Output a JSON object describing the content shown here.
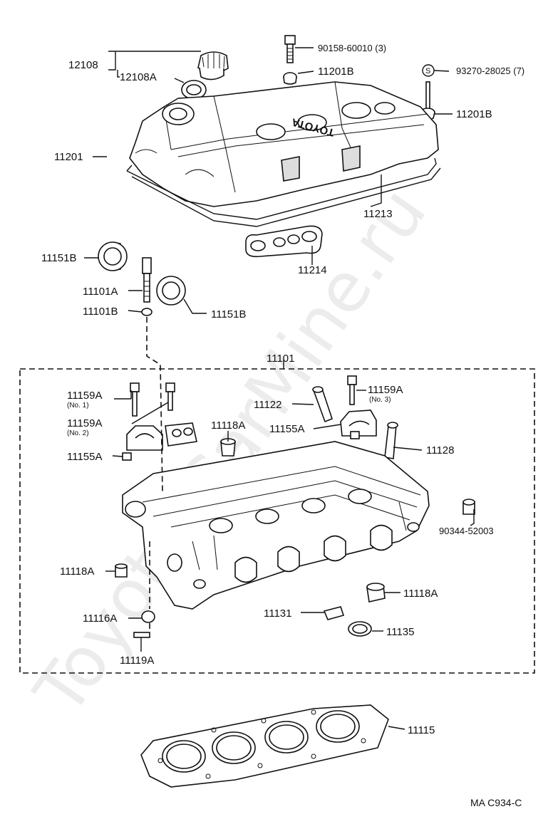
{
  "watermark": "Toyota-CarMine.ru",
  "footer_code": "MA C934-C",
  "labels": {
    "p12108": "12108",
    "p12108A": "12108A",
    "p90158": "90158-60010 (3)",
    "p11201B_top": "11201B",
    "p93270": "93270-28025 (7)",
    "s_mark": "S",
    "p11201B_right": "11201B",
    "p11201": "11201",
    "toyota_cast": "TOYOTA",
    "p11213": "11213",
    "p11214": "11214",
    "p11151B_left": "11151B",
    "p11101A": "11101A",
    "p11101B": "11101B",
    "p11151B_right": "11151B",
    "p11101": "11101",
    "p11159A_1": "11159A",
    "no1": "(No. 1)",
    "p11159A_2": "11159A",
    "no2": "(No. 2)",
    "p11122": "11122",
    "p11159A_3": "11159A",
    "no3": "(No. 3)",
    "p11118A_top": "11118A",
    "p11155A_right": "11155A",
    "p11128": "11128",
    "p11155A_left": "11155A",
    "p90344": "90344-52003",
    "p11118A_left": "11118A",
    "p11118A_right": "11118A",
    "p11131": "11131",
    "p11116A": "11116A",
    "p11135": "11135",
    "p11119A": "11119A",
    "p11115": "11115"
  }
}
